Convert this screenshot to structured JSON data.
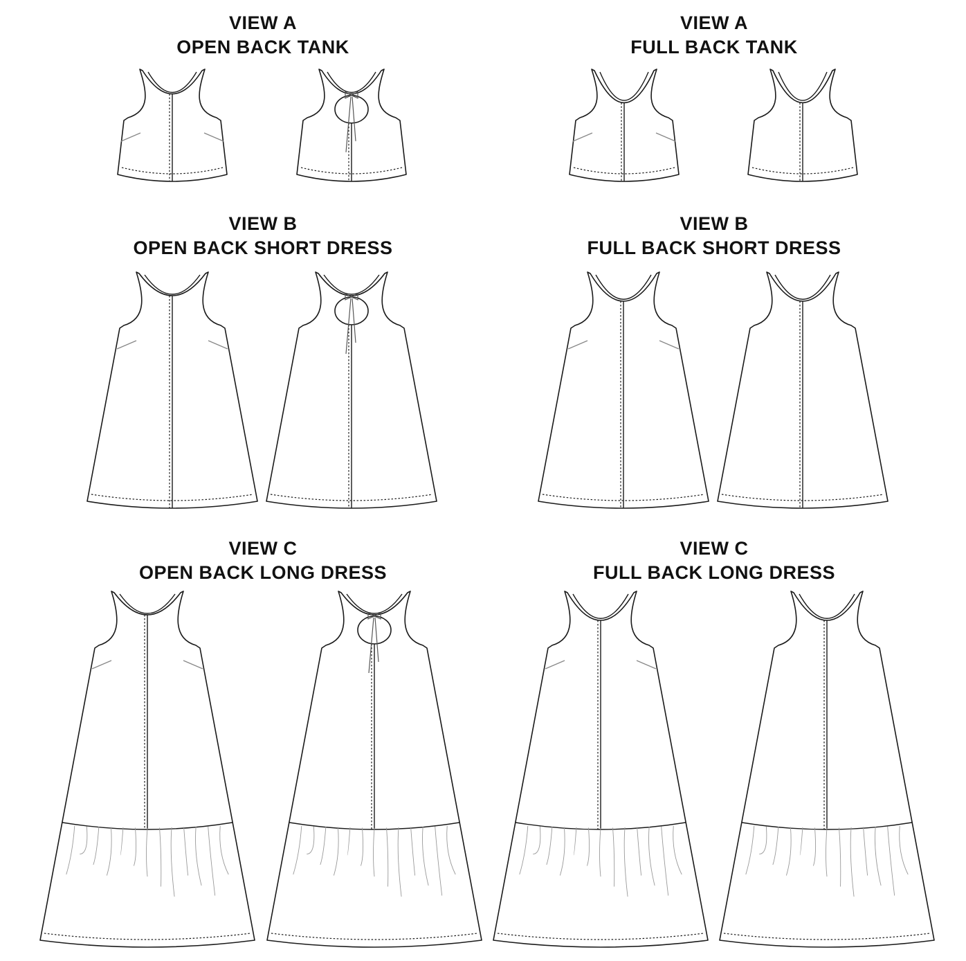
{
  "titles": {
    "a_open": {
      "view": "VIEW A",
      "name": "OPEN BACK TANK"
    },
    "a_full": {
      "view": "VIEW A",
      "name": "FULL BACK TANK"
    },
    "b_open": {
      "view": "VIEW B",
      "name": "OPEN BACK SHORT DRESS"
    },
    "b_full": {
      "view": "VIEW B",
      "name": "FULL BACK SHORT DRESS"
    },
    "c_open": {
      "view": "VIEW C",
      "name": "OPEN BACK LONG DRESS"
    },
    "c_full": {
      "view": "VIEW C",
      "name": "FULL BACK LONG DRESS"
    }
  },
  "colors": {
    "line": "#1a1a1a",
    "pocket": "#888888",
    "tie": "#555555",
    "gather": "#999999"
  },
  "garments": [
    {
      "row": "A",
      "variant": "open back",
      "side": "front",
      "style": "tank"
    },
    {
      "row": "A",
      "variant": "open back",
      "side": "back",
      "style": "tank",
      "keyhole_tie": true
    },
    {
      "row": "A",
      "variant": "full back",
      "side": "front",
      "style": "tank"
    },
    {
      "row": "A",
      "variant": "full back",
      "side": "back",
      "style": "tank"
    },
    {
      "row": "B",
      "variant": "open back",
      "side": "front",
      "style": "short dress"
    },
    {
      "row": "B",
      "variant": "open back",
      "side": "back",
      "style": "short dress",
      "keyhole_tie": true
    },
    {
      "row": "B",
      "variant": "full back",
      "side": "front",
      "style": "short dress"
    },
    {
      "row": "B",
      "variant": "full back",
      "side": "back",
      "style": "short dress"
    },
    {
      "row": "C",
      "variant": "open back",
      "side": "front",
      "style": "long dress",
      "gathered_tier": true
    },
    {
      "row": "C",
      "variant": "open back",
      "side": "back",
      "style": "long dress",
      "gathered_tier": true,
      "keyhole_tie": true
    },
    {
      "row": "C",
      "variant": "full back",
      "side": "front",
      "style": "long dress",
      "gathered_tier": true
    },
    {
      "row": "C",
      "variant": "full back",
      "side": "back",
      "style": "long dress",
      "gathered_tier": true
    }
  ]
}
